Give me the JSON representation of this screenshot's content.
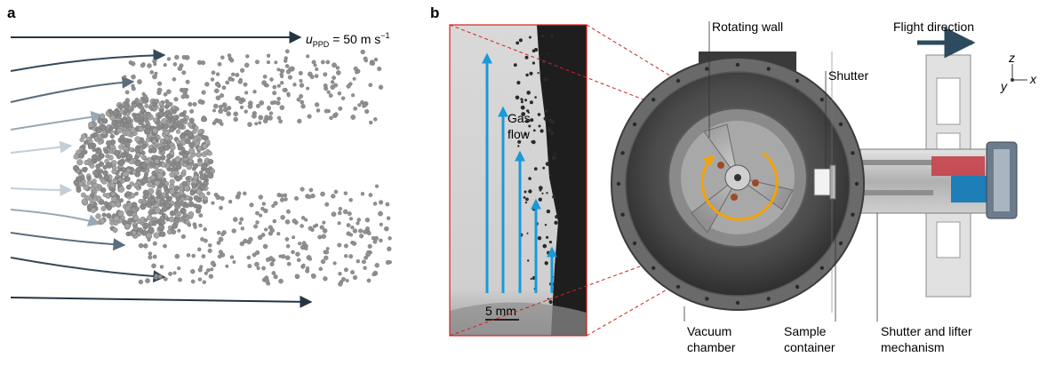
{
  "panel_a": {
    "letter": "a",
    "velocity_symbol": "u",
    "velocity_subscript": "PPD",
    "velocity_value": " = 50 m s",
    "velocity_exponent": "−1"
  },
  "panel_b": {
    "letter": "b",
    "inset": {
      "gas_flow_line1": "Gas",
      "gas_flow_line2": "flow",
      "scale_bar_label": "5 mm"
    },
    "labels": {
      "rotating_wall": "Rotating wall",
      "shutter": "Shutter",
      "flight_direction": "Flight direction",
      "vacuum_line1": "Vacuum",
      "vacuum_line2": "chamber",
      "sample_line1": "Sample",
      "sample_line2": "container",
      "lifter_line1": "Shutter and lifter",
      "lifter_line2": "mechanism"
    },
    "axes": {
      "z": "z",
      "y": "y",
      "x": "x"
    }
  },
  "colors": {
    "flow_arrow_dark": "#253543",
    "flow_arrow_light": "#d5dde3",
    "particle": "#8a8a8a",
    "gas_flow_arrow": "#1a9ad6",
    "rotation_arrow": "#f4a300",
    "leader_red": "#d42020"
  }
}
